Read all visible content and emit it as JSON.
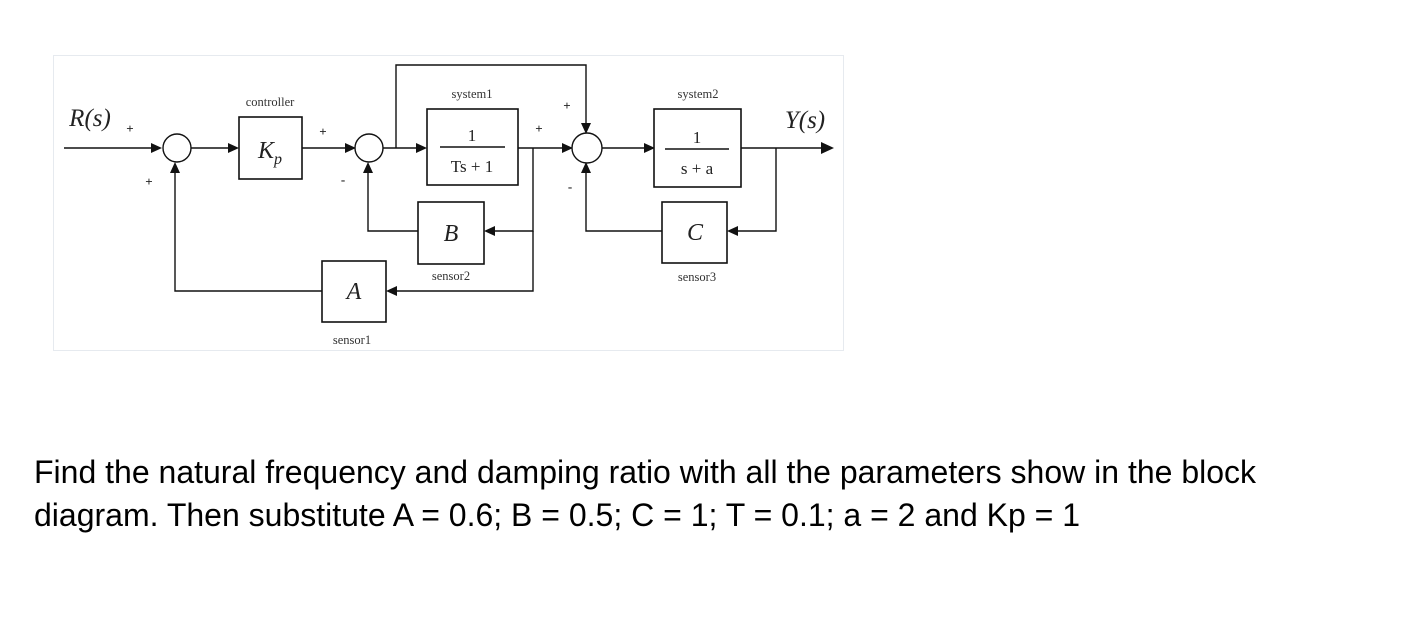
{
  "diagram": {
    "input_label": "R(s)",
    "output_label": "Y(s)",
    "controller": {
      "caption": "controller",
      "symbol_main": "K",
      "symbol_sub": "p"
    },
    "system1": {
      "caption": "system1",
      "numerator": "1",
      "denominator": "Ts + 1"
    },
    "system2": {
      "caption": "system2",
      "numerator": "1",
      "denominator": "s + a"
    },
    "sensor1": {
      "caption": "sensor1",
      "symbol": "A"
    },
    "sensor2": {
      "caption": "sensor2",
      "symbol": "B"
    },
    "sensor3": {
      "caption": "sensor3",
      "symbol": "C"
    },
    "signs": {
      "sum1_in": "+",
      "sum1_fb": "+",
      "sum2_in": "+",
      "sum2_fb": "-",
      "sum3_in": "+",
      "sum3_ff": "+",
      "sum3_fb": "-",
      "sum3_top": "+"
    }
  },
  "question": {
    "line1": "Find the natural frequency and damping ratio with all the parameters show in the block",
    "line2": "diagram. Then substitute A = 0.6; B = 0.5; C = 1; T = 0.1; a = 2 and Kp = 1"
  }
}
